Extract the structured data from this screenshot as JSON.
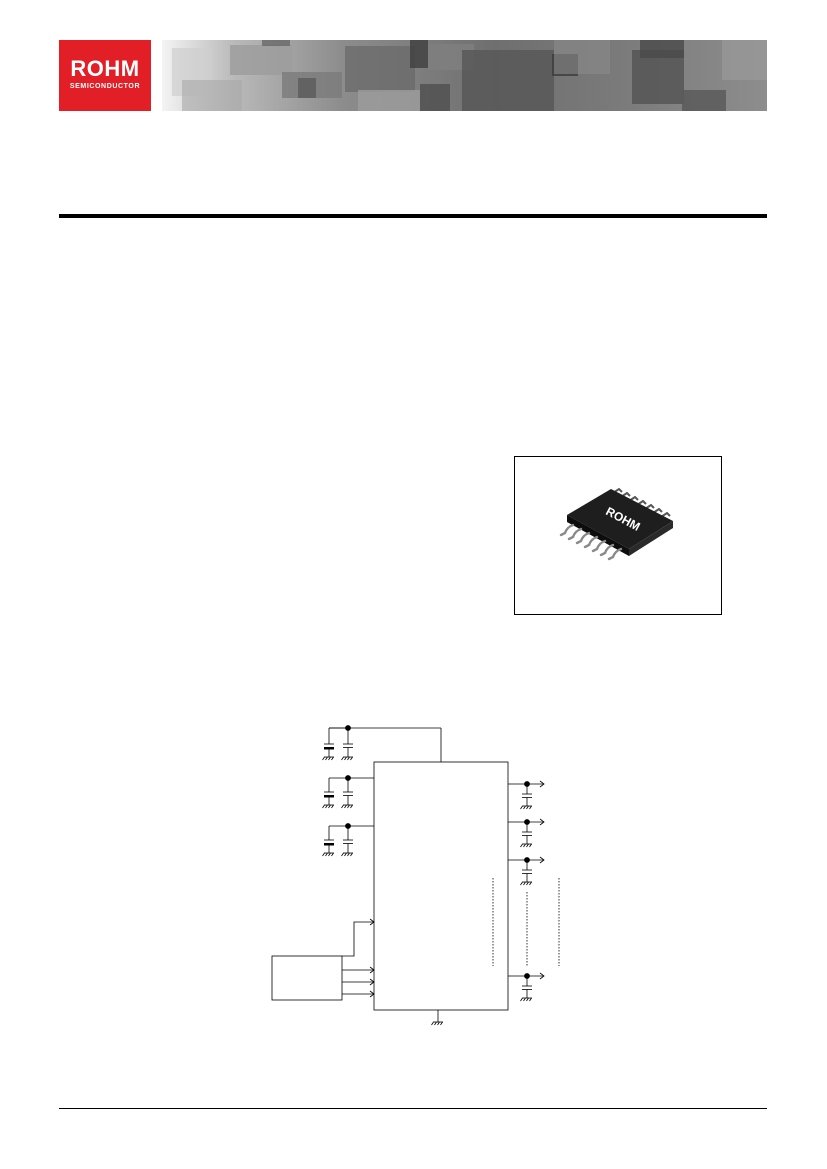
{
  "header": {
    "logo_main": "ROHM",
    "logo_sub": "SEMICONDUCTOR"
  },
  "package_image": {
    "chip_marking": "ROHM"
  },
  "colors": {
    "brand_red": "#e21e26",
    "rule": "#000000"
  }
}
